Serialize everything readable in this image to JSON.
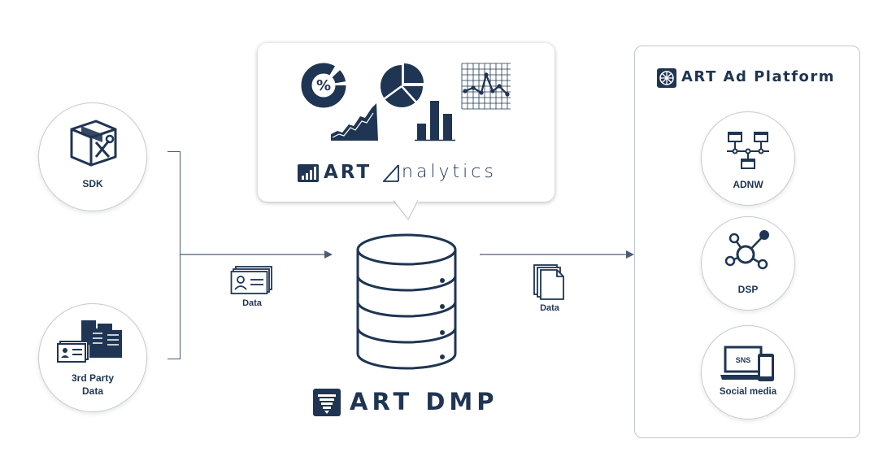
{
  "sources": {
    "sdk_label": "SDK",
    "third_party_line1": "3rd Party",
    "third_party_line2": "Data"
  },
  "flow": {
    "left_data_label": "Data",
    "right_data_label": "Data"
  },
  "analytics": {
    "brand_art": "ART",
    "brand_name": "nalytics",
    "percent_symbol": "%"
  },
  "dmp": {
    "brand_name": "ART DMP"
  },
  "ad_platform": {
    "title": "ART Ad Platform",
    "items": [
      {
        "label": "ADNW",
        "icon": "network-icon"
      },
      {
        "label": "DSP",
        "icon": "hub-icon"
      },
      {
        "label": "Social media",
        "icon": "devices-icon",
        "badge": "SNS"
      }
    ]
  },
  "colors": {
    "primary": "#1f3553",
    "border": "#c7ccd3",
    "line": "#4a5d76"
  }
}
